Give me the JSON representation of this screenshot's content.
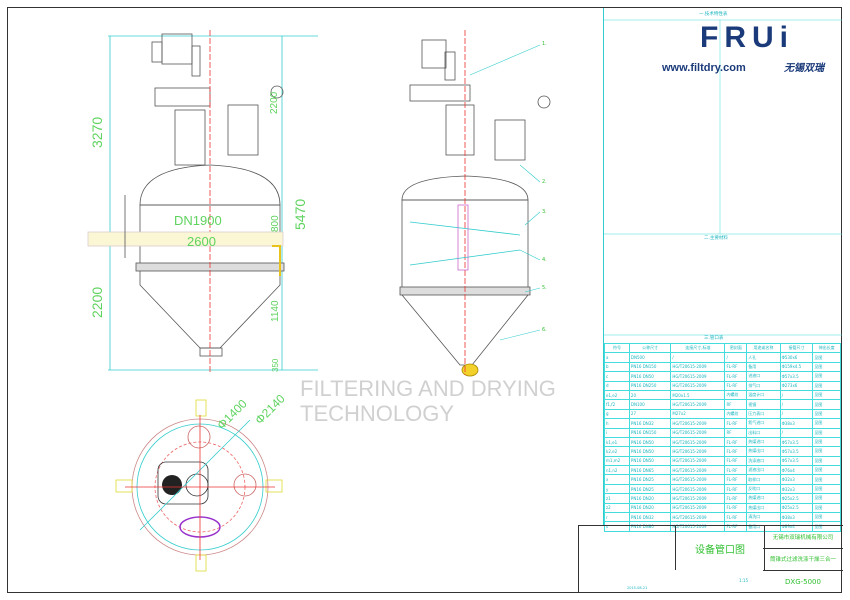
{
  "logo": {
    "brand": "FRUi",
    "url": "www.filtdry.com",
    "cn": "无锡双瑞"
  },
  "watermark": "FILTERING AND DRYING TECHNOLOGY",
  "front_view": {
    "dims": {
      "height_upper": "3270",
      "height_lower": "2200",
      "overall": "5470",
      "diameter": "DN1900",
      "width": "2600",
      "top_right": "2200",
      "side": "800",
      "cone": "1140",
      "bottom": "350"
    }
  },
  "plan_view": {
    "dims": {
      "inner": "Φ1400",
      "outer": "Φ2140"
    }
  },
  "side_view": {
    "callouts": [
      "1.",
      "2.",
      "3.",
      "4.",
      "5.",
      "6."
    ]
  },
  "spec_table": {
    "title": "一.技术特性表",
    "materials_title": "二.主要材料",
    "nozzle_title": "三.管口表"
  },
  "nozzle_table": {
    "headers": [
      "符号",
      "公称尺寸",
      "连接尺寸,标准",
      "密封面",
      "用途或名称",
      "接管尺寸",
      "伸出长度"
    ],
    "rows": [
      [
        "a",
        "DN500",
        "/",
        "/",
        "人孔",
        "Φ530x6",
        "见图"
      ],
      [
        "b",
        "PN16 DN150",
        "HG/T20615-2009",
        "FL-RF",
        "备用",
        "Φ159x4.5",
        "见图"
      ],
      [
        "c",
        "PN16 DN50",
        "HG/T20615-2009",
        "FL-RF",
        "进液口",
        "Φ57x3.5",
        "见图"
      ],
      [
        "d",
        "PN16 DN250",
        "HG/T20615-2009",
        "FL-RF",
        "排气口",
        "Φ273x6",
        "见图"
      ],
      [
        "e1,e2",
        "20",
        "M20x1.5",
        "内螺纹",
        "温度计口",
        "/",
        "见图"
      ],
      [
        "f1,f2",
        "DN100",
        "HG/T20615-2009",
        "RF",
        "视镜",
        "/",
        "见图"
      ],
      [
        "g",
        "27",
        "M27x2",
        "内螺纹",
        "压力表口",
        "/",
        "见图"
      ],
      [
        "h",
        "PN16 DN32",
        "HG/T20615-2009",
        "FL-RF",
        "氮气进口",
        "Φ38x3",
        "见图"
      ],
      [
        "i",
        "PN16 DN150",
        "HG/T20615-2009",
        "RF",
        "出料口",
        "/",
        "见图"
      ],
      [
        "k1,e1",
        "PN16 DN50",
        "HG/T20615-2009",
        "FL-RF",
        "热媒进口",
        "Φ57x3.5",
        "见图"
      ],
      [
        "k2,e2",
        "PN16 DN50",
        "HG/T20615-2009",
        "FL-RF",
        "热媒出口",
        "Φ57x3.5",
        "见图"
      ],
      [
        "m1,m2",
        "PN16 DN50",
        "HG/T20615-2009",
        "FL-RF",
        "洗涤液口",
        "Φ57x3.5",
        "见图"
      ],
      [
        "n1,n2",
        "PN16 DN65",
        "HG/T20615-2009",
        "FL-RF",
        "滤液出口",
        "Φ76x4",
        "见图"
      ],
      [
        "x",
        "PN16 DN25",
        "HG/T20615-2009",
        "FL-RF",
        "取样口",
        "Φ32x3",
        "见图"
      ],
      [
        "y",
        "PN16 DN25",
        "HG/T20615-2009",
        "FL-RF",
        "反吹口",
        "Φ32x3",
        "见图"
      ],
      [
        "z1",
        "PN16 DN20",
        "HG/T20615-2009",
        "FL-RF",
        "热媒进口",
        "Φ25x2.5",
        "见图"
      ],
      [
        "z2",
        "PN16 DN20",
        "HG/T20615-2009",
        "FL-RF",
        "热媒出口",
        "Φ25x2.5",
        "见图"
      ],
      [
        "r",
        "PN16 DN32",
        "HG/T20615-2009",
        "FL-RF",
        "清洗口",
        "Φ38x3",
        "见图"
      ],
      [
        "s",
        "PN16 DN80",
        "HG/T20615-2009",
        "FL-RF",
        "备用口",
        "Φ89x4",
        "见图"
      ]
    ]
  },
  "title_block": {
    "drawing_name": "设备管口图",
    "company": "无锡市双瑞机械有限公司",
    "description": "筒锥式过滤洗涤干燥三合一",
    "model": "DXG-5000",
    "scale": "1:15",
    "date": "2015-08-21"
  }
}
